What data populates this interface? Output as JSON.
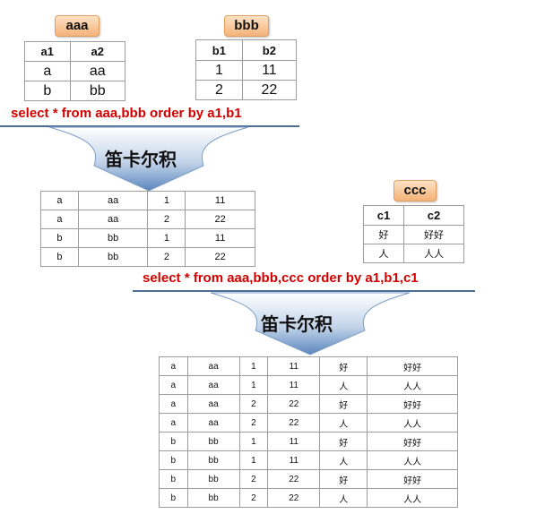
{
  "tables": {
    "aaa": {
      "title": "aaa",
      "headers": [
        "a1",
        "a2"
      ],
      "rows": [
        [
          "a",
          "aa"
        ],
        [
          "b",
          "bb"
        ]
      ]
    },
    "bbb": {
      "title": "bbb",
      "headers": [
        "b1",
        "b2"
      ],
      "rows": [
        [
          "1",
          "11"
        ],
        [
          "2",
          "22"
        ]
      ]
    },
    "ccc": {
      "title": "ccc",
      "headers": [
        "c1",
        "c2"
      ],
      "rows": [
        [
          "好",
          "好好"
        ],
        [
          "人",
          "人人"
        ]
      ]
    },
    "product1": {
      "rows": [
        [
          "a",
          "aa",
          "1",
          "11"
        ],
        [
          "a",
          "aa",
          "2",
          "22"
        ],
        [
          "b",
          "bb",
          "1",
          "11"
        ],
        [
          "b",
          "bb",
          "2",
          "22"
        ]
      ]
    },
    "product2": {
      "rows": [
        [
          "a",
          "aa",
          "1",
          "11",
          "好",
          "好好"
        ],
        [
          "a",
          "aa",
          "1",
          "11",
          "人",
          "人人"
        ],
        [
          "a",
          "aa",
          "2",
          "22",
          "好",
          "好好"
        ],
        [
          "a",
          "aa",
          "2",
          "22",
          "人",
          "人人"
        ],
        [
          "b",
          "bb",
          "1",
          "11",
          "好",
          "好好"
        ],
        [
          "b",
          "bb",
          "1",
          "11",
          "人",
          "人人"
        ],
        [
          "b",
          "bb",
          "2",
          "22",
          "好",
          "好好"
        ],
        [
          "b",
          "bb",
          "2",
          "22",
          "人",
          "人人"
        ]
      ]
    }
  },
  "queries": {
    "q1": "select * from aaa,bbb order by a1,b1",
    "q2": "select * from aaa,bbb,ccc order by a1,b1,c1"
  },
  "arrows": {
    "label1": "笛卡尔积",
    "label2": "笛卡尔积"
  },
  "colors": {
    "sql_text": "#d40000",
    "arrow_top": "#ffffff",
    "arrow_bottom": "#5b86bd",
    "tag_fill": "#f5b27a",
    "rule_line": "#4a6d93"
  }
}
